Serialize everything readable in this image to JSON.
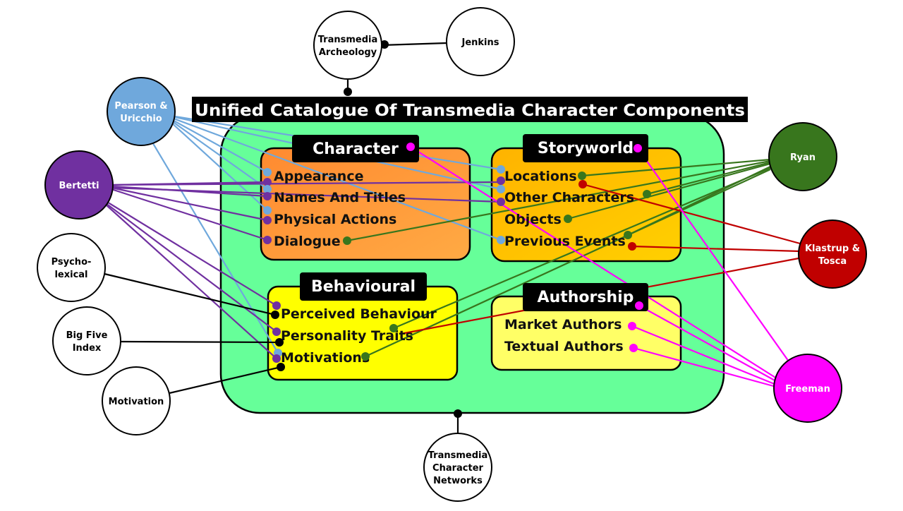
{
  "diagram": {
    "title": "Unified Catalogue Of Transmedia Character Components",
    "categories": [
      {
        "id": "character",
        "label": "Character",
        "items": [
          "Appearance",
          "Names And Titles",
          "Physical Actions",
          "Dialogue"
        ]
      },
      {
        "id": "storyworld",
        "label": "Storyworld",
        "items": [
          "Locations",
          "Other Characters",
          "Objects",
          "Previous Events"
        ]
      },
      {
        "id": "behavioural",
        "label": "Behavioural",
        "items": [
          "Perceived Behaviour",
          "Personality Traits",
          "Motivations"
        ]
      },
      {
        "id": "authorship",
        "label": "Authorship",
        "items": [
          "Market Authors",
          "Textual Authors"
        ]
      }
    ],
    "sources": [
      {
        "id": "transmedia-archeology",
        "lines": [
          "Transmedia",
          "Archeology"
        ]
      },
      {
        "id": "jenkins",
        "lines": [
          "Jenkins"
        ]
      },
      {
        "id": "pearson-uricchio",
        "lines": [
          "Pearson &",
          "Uricchio"
        ]
      },
      {
        "id": "bertetti",
        "lines": [
          "Bertetti"
        ]
      },
      {
        "id": "psycho-lexical",
        "lines": [
          "Psycho-",
          "lexical"
        ]
      },
      {
        "id": "big-five-index",
        "lines": [
          "Big Five",
          "Index"
        ]
      },
      {
        "id": "motivation",
        "lines": [
          "Motivation"
        ]
      },
      {
        "id": "transmedia-character-networks",
        "lines": [
          "Transmedia",
          "Character",
          "Networks"
        ]
      },
      {
        "id": "ryan",
        "lines": [
          "Ryan"
        ]
      },
      {
        "id": "klastrup-tosca",
        "lines": [
          "Klastrup &",
          "Tosca"
        ]
      },
      {
        "id": "freeman",
        "lines": [
          "Freeman"
        ]
      }
    ],
    "colors": {
      "blue": "#6fa8dc",
      "purple": "#7030a0",
      "green": "#38761d",
      "red": "#c00000",
      "magenta": "#ff00ff",
      "black": "#000000",
      "panel": "#66ff99",
      "orange": "#ff9933",
      "gold": "#ffc000",
      "yellow": "#ffff00",
      "pale_yellow": "#ffff66"
    }
  }
}
